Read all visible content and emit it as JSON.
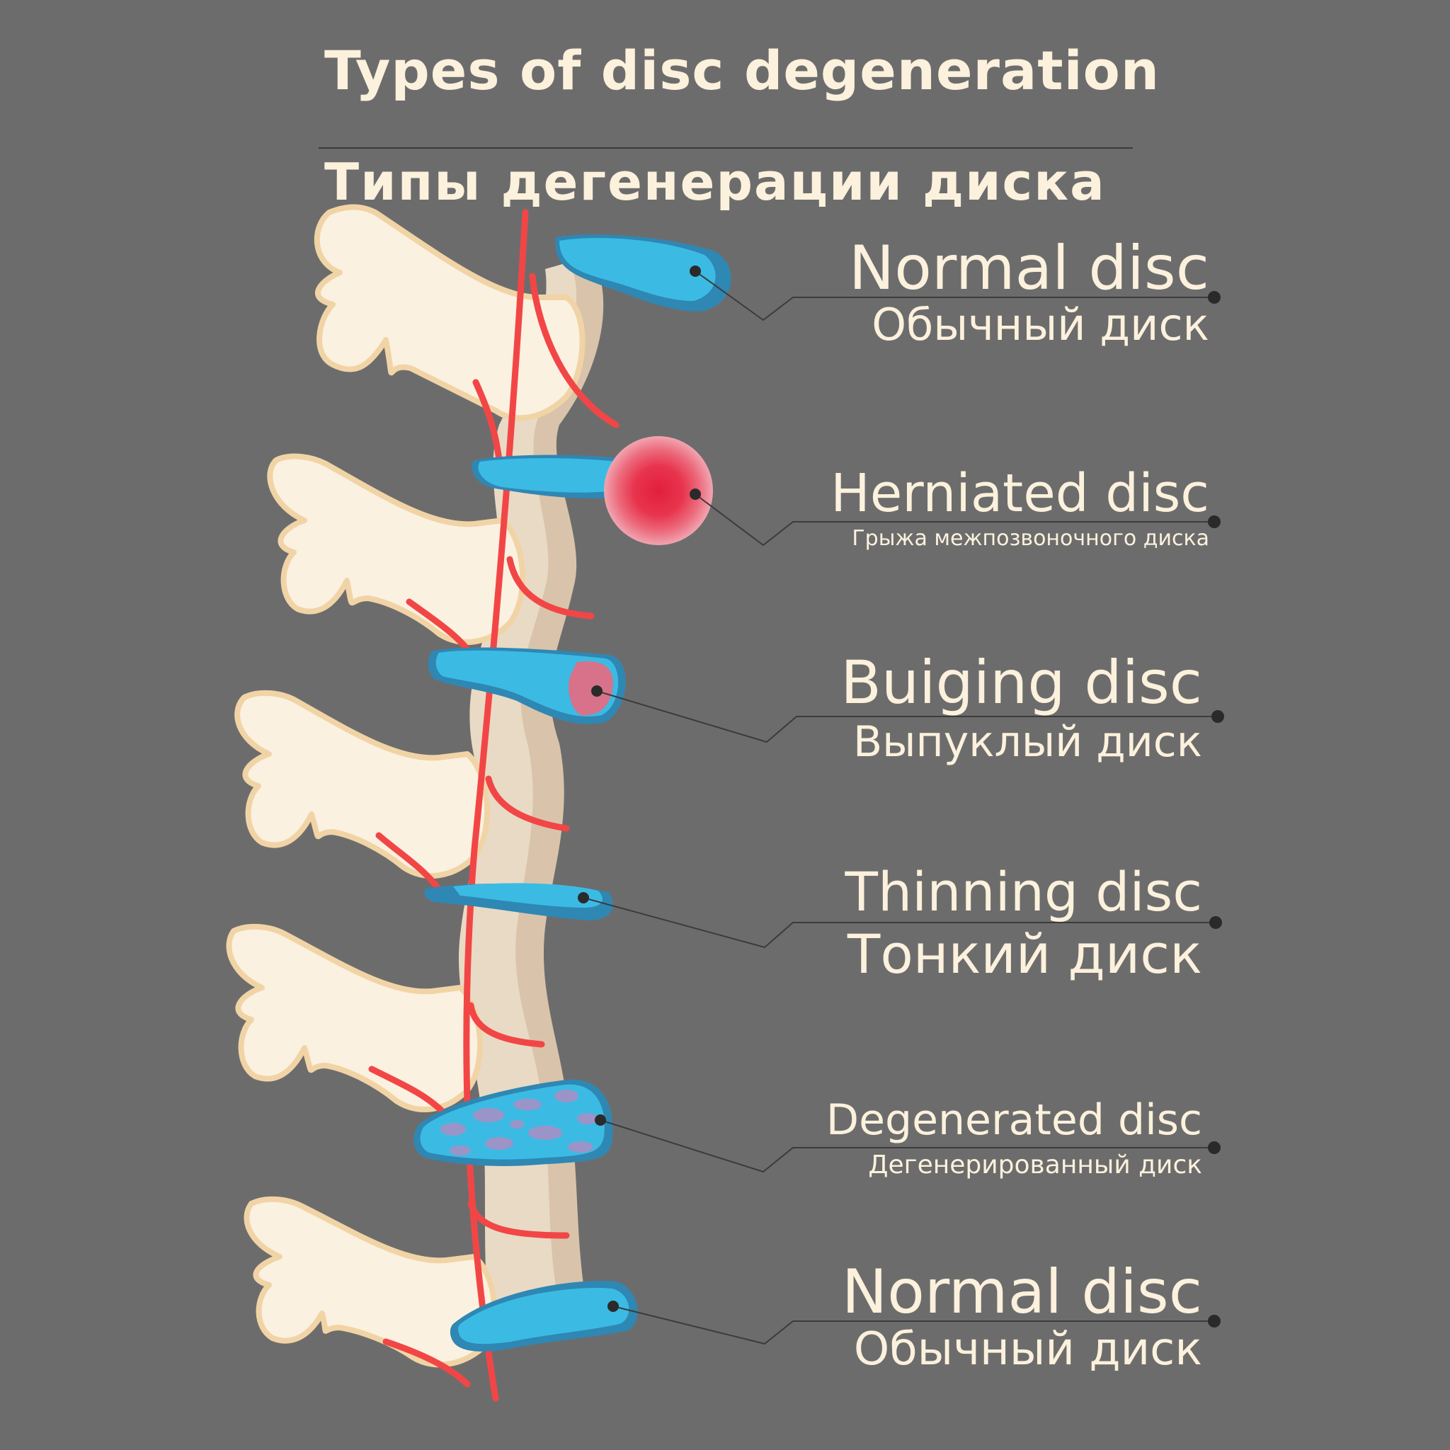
{
  "title": {
    "en": "Types of disc degeneration",
    "ru": "Типы дегенерации диска"
  },
  "colors": {
    "background": "#6d6c6d",
    "text": "#fbf1dc",
    "bone": "#fbf1e1",
    "bone_edge": "#f1d4a6",
    "body": "#e9dac5",
    "disc": "#3bbbe3",
    "disc_edge": "#2f87b3",
    "nerve": "#f24646",
    "herniation": "#e21f3c",
    "bulge": "#d7728a",
    "degeneration_spots": "#9b94c8"
  },
  "discs": [
    {
      "id": "normal-top",
      "en": "Normal disc",
      "ru": "Обычный диск"
    },
    {
      "id": "herniated",
      "en": "Herniated disc",
      "ru": "Грыжа межпозвоночного диска"
    },
    {
      "id": "bulging",
      "en": "Buiging disc",
      "ru": "Выпуклый диск"
    },
    {
      "id": "thinning",
      "en": "Thinning disc",
      "ru": "Тонкий диск"
    },
    {
      "id": "degenerated",
      "en": "Degenerated disc",
      "ru": "Дегенерированный диск"
    },
    {
      "id": "normal-bottom",
      "en": "Normal disc",
      "ru": "Обычный диск"
    }
  ]
}
